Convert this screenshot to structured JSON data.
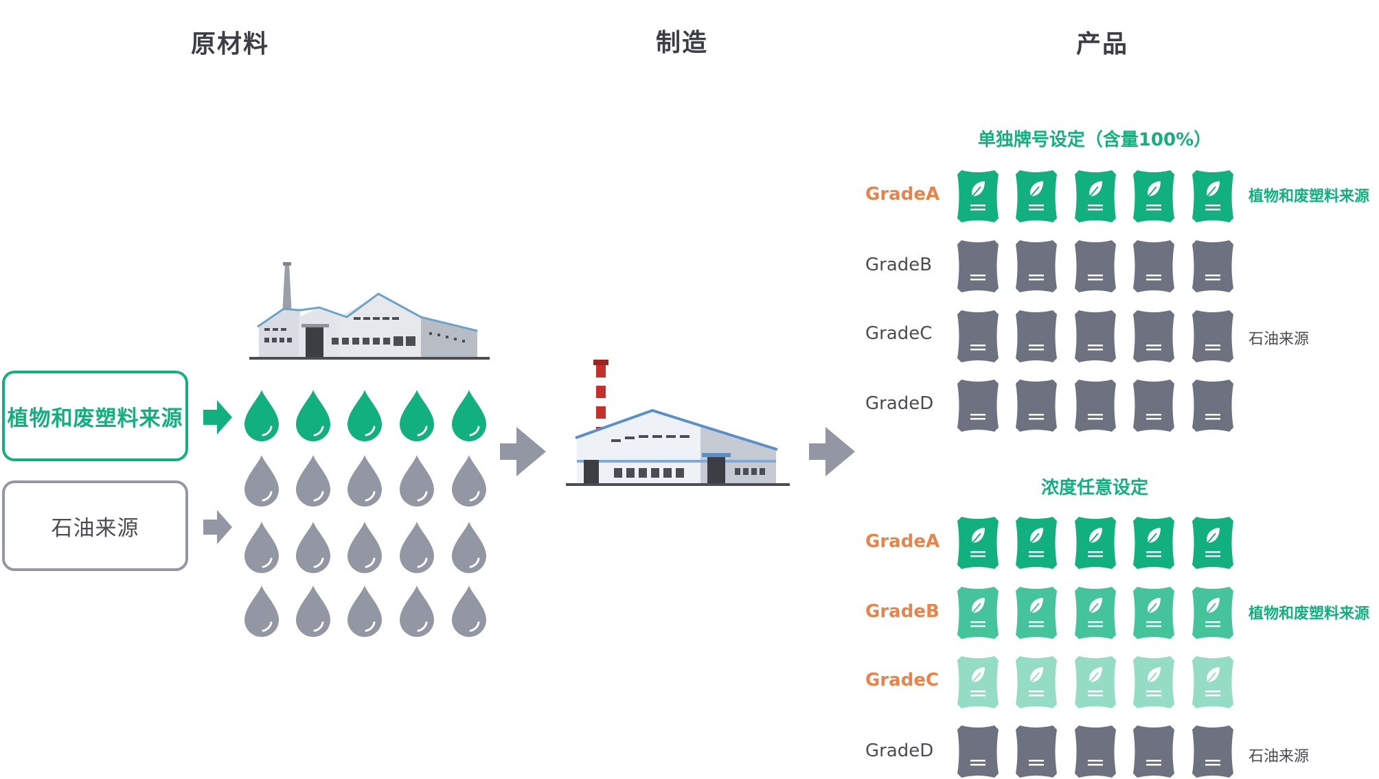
{
  "columns": {
    "raw": "原材料",
    "manufacturing": "制造",
    "product": "产品"
  },
  "sources": {
    "bio": "植物和废塑料来源",
    "petro": "石油来源"
  },
  "colors": {
    "green": "#12b07e",
    "green_mid": "#45c49c",
    "green_light": "#94dcc3",
    "gray": "#6d7180",
    "gray_drop": "#9397a3",
    "orange": "#e8834a",
    "arrow": "#9397a3"
  },
  "drop_rows": [
    "bio",
    "petro",
    "petro",
    "petro"
  ],
  "sections": [
    {
      "title": "单独牌号设定（含量100%）",
      "rows": [
        {
          "grade": "GradeA",
          "style": "green",
          "bag": "green",
          "source_label": "植物和废塑料来源"
        },
        {
          "grade": "GradeB",
          "style": "gray",
          "bag": "gray",
          "source_label": ""
        },
        {
          "grade": "GradeC",
          "style": "gray",
          "bag": "gray",
          "source_label": "石油来源"
        },
        {
          "grade": "GradeD",
          "style": "gray",
          "bag": "gray",
          "source_label": ""
        }
      ]
    },
    {
      "title": "浓度任意设定",
      "rows": [
        {
          "grade": "GradeA",
          "style": "green",
          "bag": "green",
          "source_label": ""
        },
        {
          "grade": "GradeB",
          "style": "green",
          "bag": "green_mid",
          "source_label": "植物和废塑料来源"
        },
        {
          "grade": "GradeC",
          "style": "green",
          "bag": "green_light",
          "source_label": ""
        },
        {
          "grade": "GradeD",
          "style": "gray",
          "bag": "gray",
          "source_label": "石油来源"
        }
      ]
    }
  ],
  "icons": {
    "bag_leaf": "leaf-icon",
    "factory": "factory-icon",
    "drop": "drop-icon",
    "arrow": "arrow-right-icon"
  }
}
